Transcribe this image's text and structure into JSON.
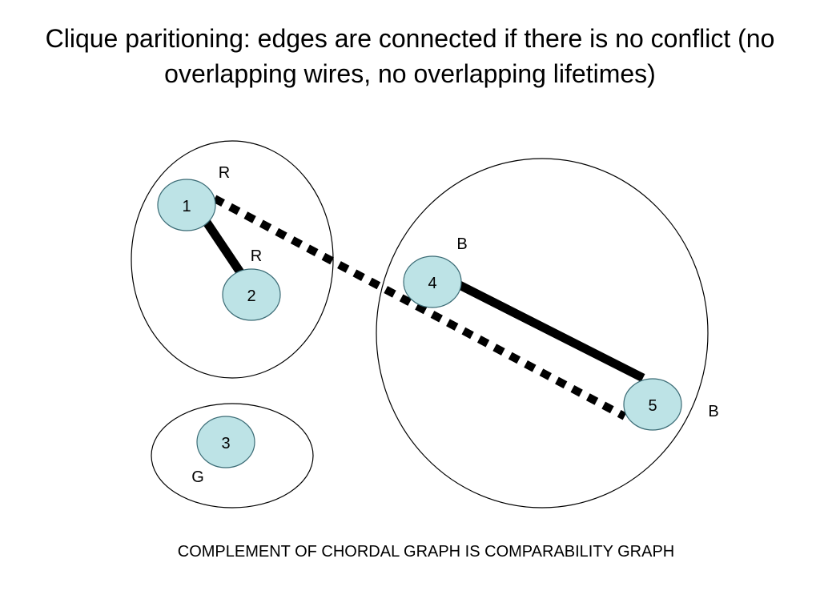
{
  "title": "Clique paritioning: edges are connected if there is no conflict (no overlapping wires, no overlapping lifetimes)",
  "caption": "COMPLEMENT OF CHORDAL GRAPH IS COMPARABILITY GRAPH",
  "colors": {
    "node_fill": "#bde3e6",
    "node_stroke": "#3b6b75",
    "edge": "#000000",
    "group_outline": "#000000"
  },
  "nodes": [
    {
      "id": "1",
      "label": "1"
    },
    {
      "id": "2",
      "label": "2"
    },
    {
      "id": "3",
      "label": "3"
    },
    {
      "id": "4",
      "label": "4"
    },
    {
      "id": "5",
      "label": "5"
    }
  ],
  "edges": [
    {
      "from": "1",
      "to": "2",
      "style": "solid"
    },
    {
      "from": "4",
      "to": "5",
      "style": "solid"
    },
    {
      "from": "1",
      "to": "5",
      "style": "dashed"
    }
  ],
  "groups": [
    {
      "id": "group-left",
      "members": [
        "1",
        "2"
      ]
    },
    {
      "id": "group-bottom",
      "members": [
        "3"
      ]
    },
    {
      "id": "group-right",
      "members": [
        "4",
        "5"
      ]
    }
  ],
  "color_labels": [
    {
      "id": "label-r-node-1",
      "text": "R"
    },
    {
      "id": "label-r-node-2",
      "text": "R"
    },
    {
      "id": "label-g-node-3",
      "text": "G"
    },
    {
      "id": "label-b-node-4",
      "text": "B"
    },
    {
      "id": "label-b-node-5",
      "text": "B"
    }
  ]
}
